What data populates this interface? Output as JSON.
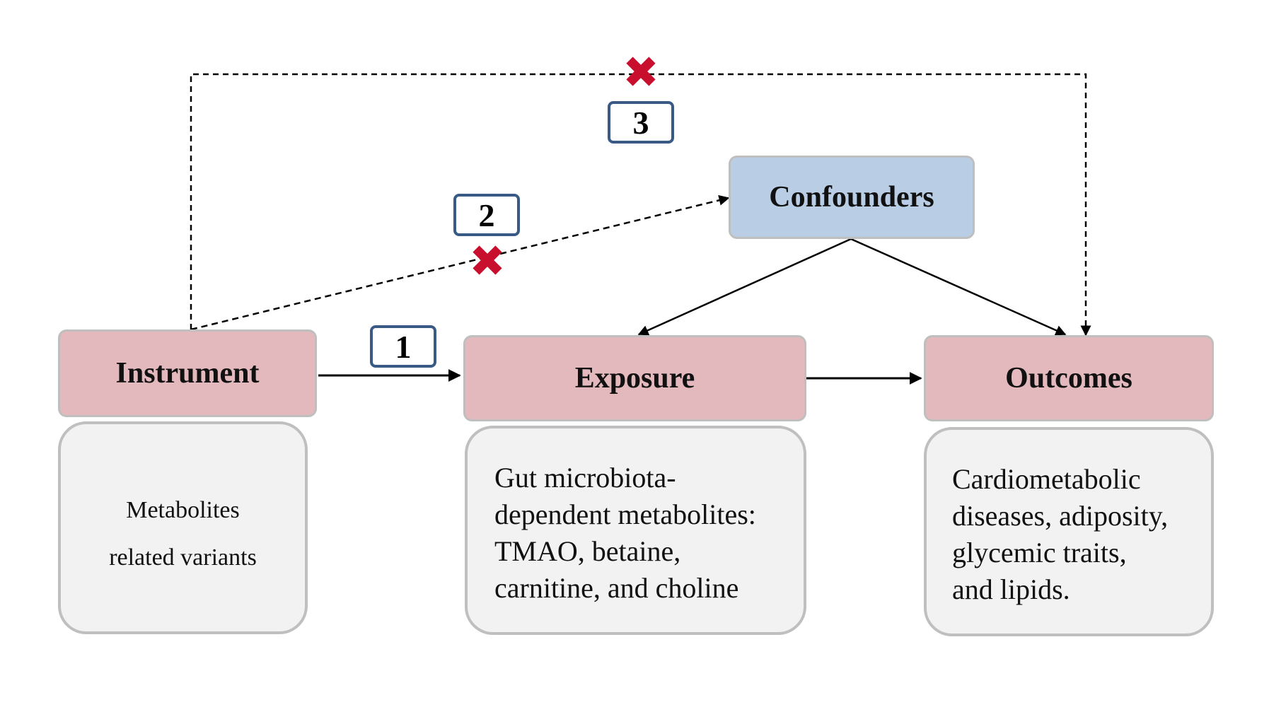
{
  "nodes": {
    "instrument": {
      "label": "Instrument",
      "description_lines": [
        "Metabolites",
        "related variants"
      ]
    },
    "exposure": {
      "label": "Exposure",
      "description": "Gut microbiota-\ndependent metabolites:\nTMAO, betaine,\ncarnitine, and choline"
    },
    "outcomes": {
      "label": "Outcomes",
      "description": "Cardiometabolic\ndiseases, adiposity,\nglycemic traits,\nand lipids."
    },
    "confounders": {
      "label": "Confounders"
    }
  },
  "assumptions": [
    {
      "number": "1",
      "path": "instrument-to-exposure",
      "violated": false
    },
    {
      "number": "2",
      "path": "instrument-to-confounders",
      "violated": true
    },
    {
      "number": "3",
      "path": "instrument-to-outcomes",
      "violated": true
    }
  ],
  "colors": {
    "primary_box": "#e3b9bd",
    "confounder_box": "#b9cde4",
    "description_box": "#f2f2f2",
    "box_border": "#bfbfbf",
    "number_border": "#3a5a86",
    "violation_mark": "#c8102e"
  }
}
